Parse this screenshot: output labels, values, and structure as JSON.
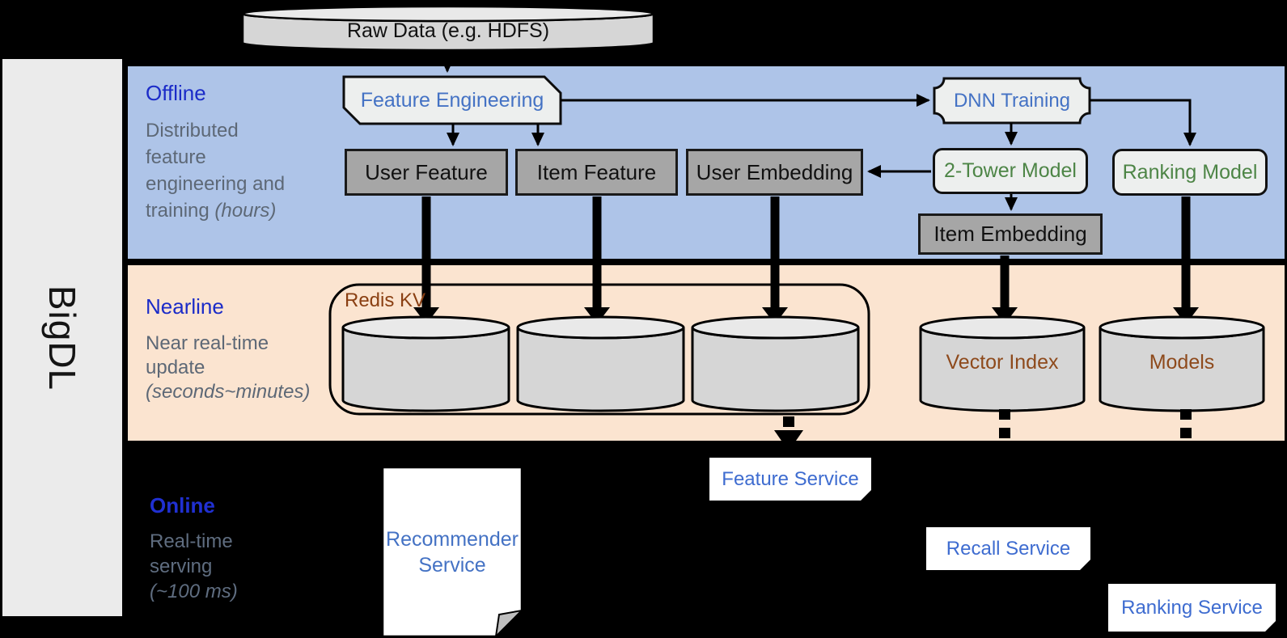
{
  "sidebar": {
    "label": "BigDL"
  },
  "raw_data": {
    "label": "Raw Data (e.g. HDFS)"
  },
  "lanes": {
    "offline": {
      "title": "Offline",
      "desc1": "Distributed",
      "desc2": "feature",
      "desc3": "engineering and",
      "desc4_plain": "training ",
      "desc4_italic": "(hours)"
    },
    "nearline": {
      "title": "Nearline",
      "desc1": "Near real-time",
      "desc2": "update",
      "desc3_italic": "(seconds~minutes)"
    },
    "online": {
      "title": "Online",
      "desc1": "Real-time",
      "desc2": "serving",
      "desc3_italic": "(~100 ms)"
    }
  },
  "nodes": {
    "feature_engineering": "Feature Engineering",
    "dnn_training": "DNN Training",
    "user_feature": "User Feature",
    "item_feature": "Item Feature",
    "user_embedding": "User Embedding",
    "two_tower_model": "2-Tower Model",
    "ranking_model": "Ranking Model",
    "item_embedding": "Item Embedding",
    "redis_kv": "Redis KV",
    "vector_index": "Vector Index",
    "models": "Models"
  },
  "services": {
    "recommender_line1": "Recommender",
    "recommender_line2": "Service",
    "feature": "Feature Service",
    "recall": "Recall Service",
    "ranking": "Ranking Service"
  },
  "colors": {
    "background": "#000000",
    "band_offline": "#aec4e8",
    "band_nearline": "#fbe4d0",
    "sidebar_bg": "#ebebeb",
    "lane_heading_blue": "#1b2bc8",
    "lane_body_gray": "#5d6876",
    "node_text_blue": "#4472c4",
    "node_text_green": "#4d8546",
    "node_text_brown": "#8e4a1c",
    "service_text_blue": "#3e6cd0",
    "box_dark_gray": "#a6a6a6",
    "box_light_gray": "#edefee",
    "cylinder_body": "#d6d6d6",
    "cylinder_top": "#e9e9e9"
  }
}
